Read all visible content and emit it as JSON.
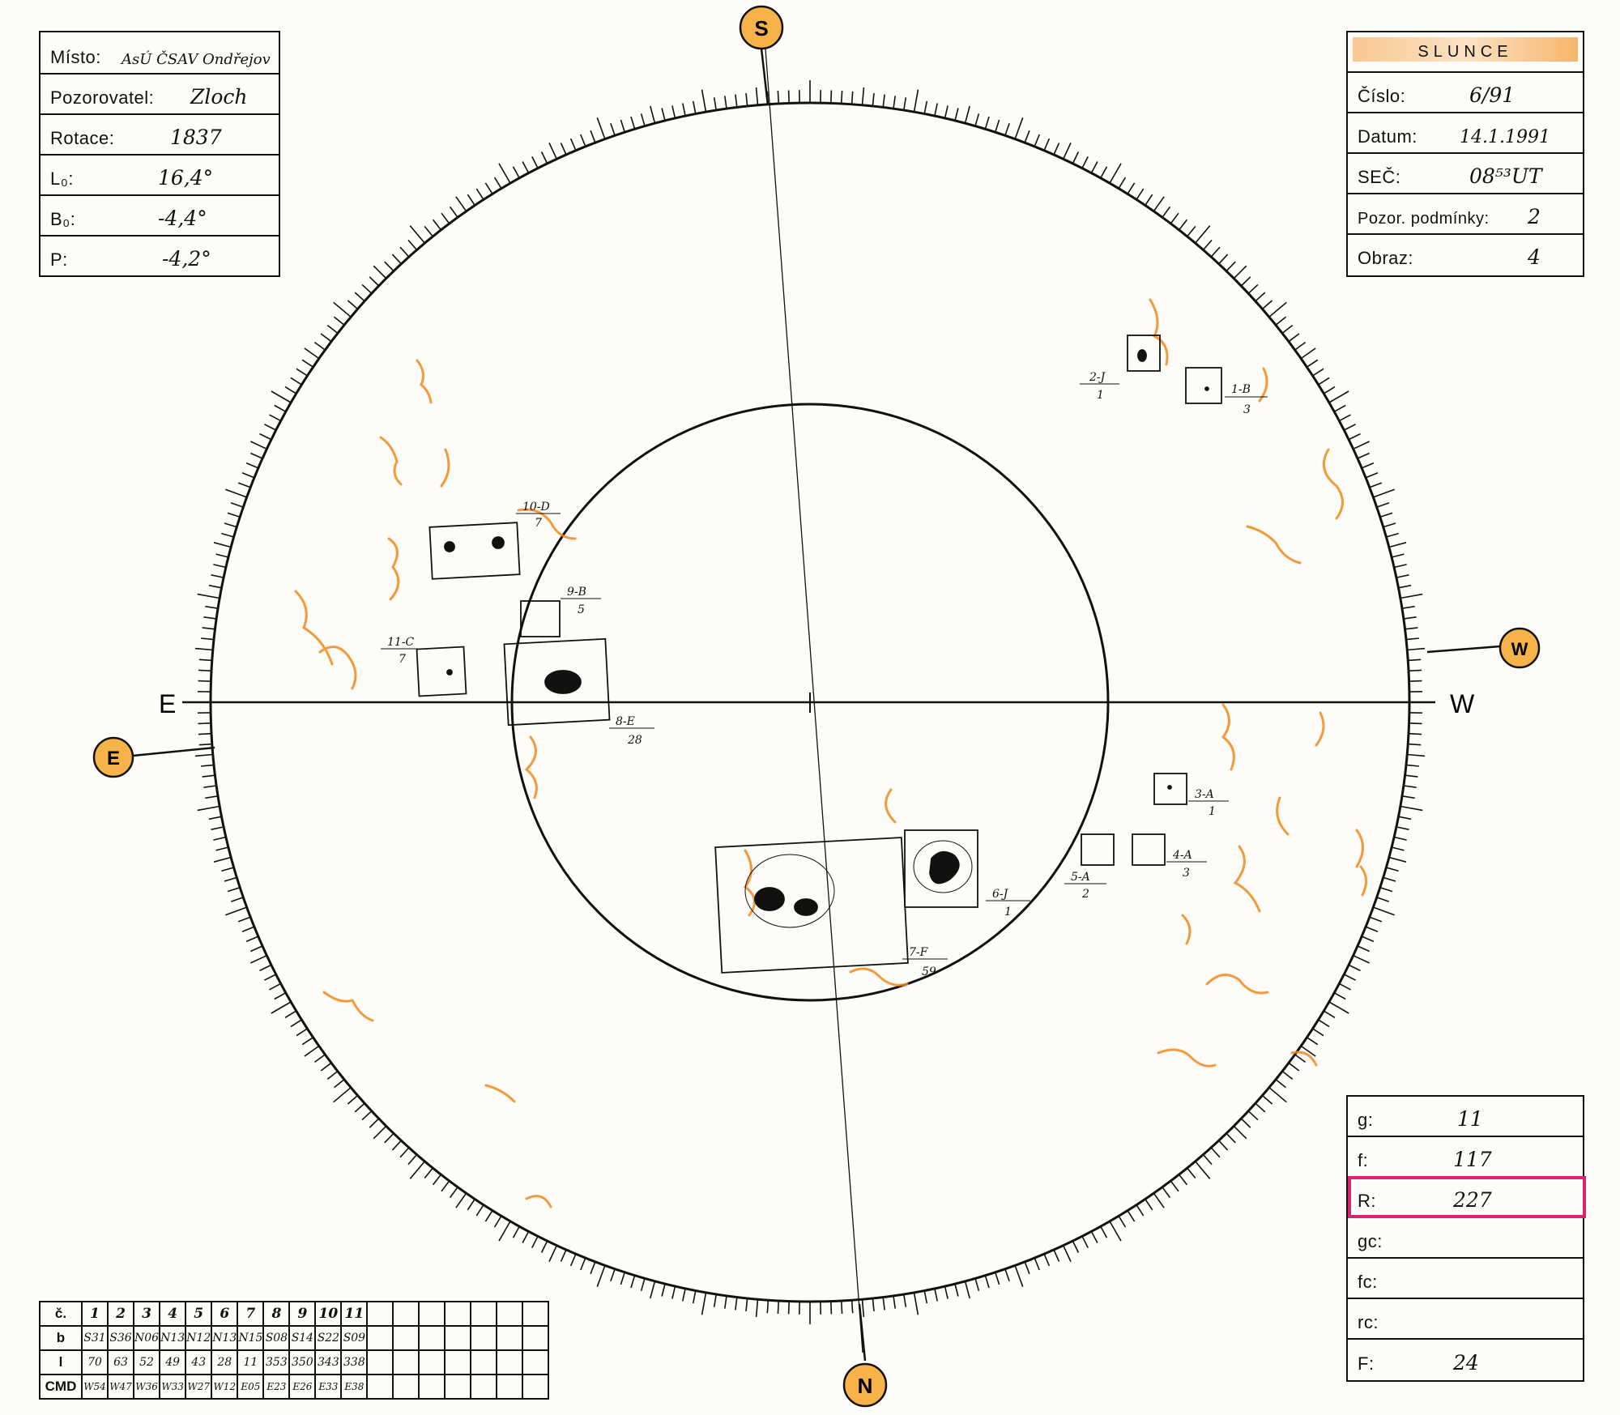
{
  "left_box": {
    "rows": [
      {
        "label": "Místo:",
        "value": "AsÚ ČSAV Ondřejov"
      },
      {
        "label": "Pozorovatel:",
        "value": "Zloch"
      },
      {
        "label": "Rotace:",
        "value": "1837"
      },
      {
        "label": "L₀:",
        "value": "16,4°"
      },
      {
        "label": "B₀:",
        "value": "-4,4°"
      },
      {
        "label": "P:",
        "value": "-4,2°"
      }
    ]
  },
  "right_box": {
    "title": "SLUNCE",
    "rows": [
      {
        "label": "Číslo:",
        "value": "6/91"
      },
      {
        "label": "Datum:",
        "value": "14.1.1991"
      },
      {
        "label": "SEČ:",
        "value": "08⁵³UT"
      },
      {
        "label": "Pozor. podmínky:",
        "value": "2"
      },
      {
        "label": "Obraz:",
        "value": "4"
      }
    ]
  },
  "stats_box": {
    "rows": [
      {
        "label": "g:",
        "value": "11"
      },
      {
        "label": "f:",
        "value": "117"
      },
      {
        "label": "R:",
        "value": "227"
      },
      {
        "label": "gc:",
        "value": ""
      },
      {
        "label": "fc:",
        "value": ""
      },
      {
        "label": "rc:",
        "value": ""
      },
      {
        "label": "F:",
        "value": "24"
      }
    ],
    "highlight_color": "#d6246e"
  },
  "compass": {
    "top": "S",
    "bottom": "N",
    "left_badge": "E",
    "right_badge": "W",
    "axis_left": "E",
    "axis_right": "W",
    "badge_color": "#f7b24a"
  },
  "groups": [
    {
      "id": "1-B",
      "count": "3"
    },
    {
      "id": "2-J",
      "count": "1"
    },
    {
      "id": "3-A",
      "count": "1"
    },
    {
      "id": "4-A",
      "count": "3"
    },
    {
      "id": "5-A",
      "count": "2"
    },
    {
      "id": "6-J",
      "count": "1"
    },
    {
      "id": "7-F",
      "count": "59"
    },
    {
      "id": "8-E",
      "count": "28"
    },
    {
      "id": "9-B",
      "count": "5"
    },
    {
      "id": "10-D",
      "count": "7"
    },
    {
      "id": "11-C",
      "count": "7"
    }
  ],
  "coord_table": {
    "row_labels": [
      "č.",
      "b",
      "l",
      "CMD"
    ],
    "numbers": [
      "1",
      "2",
      "3",
      "4",
      "5",
      "6",
      "7",
      "8",
      "9",
      "10",
      "11"
    ],
    "b": [
      "S31",
      "S36",
      "N06",
      "N13",
      "N12",
      "N13",
      "N15",
      "S08",
      "S14",
      "S22",
      "S09"
    ],
    "l": [
      "70",
      "63",
      "52",
      "49",
      "43",
      "28",
      "11",
      "353",
      "350",
      "343",
      "338"
    ],
    "cmd": [
      "W54",
      "W47",
      "W36",
      "W33",
      "W27",
      "W12",
      "E05",
      "E23",
      "E26",
      "E33",
      "E38"
    ],
    "empty_columns": 7
  },
  "colors": {
    "facula": "#f08a1c",
    "ink": "#111111"
  }
}
